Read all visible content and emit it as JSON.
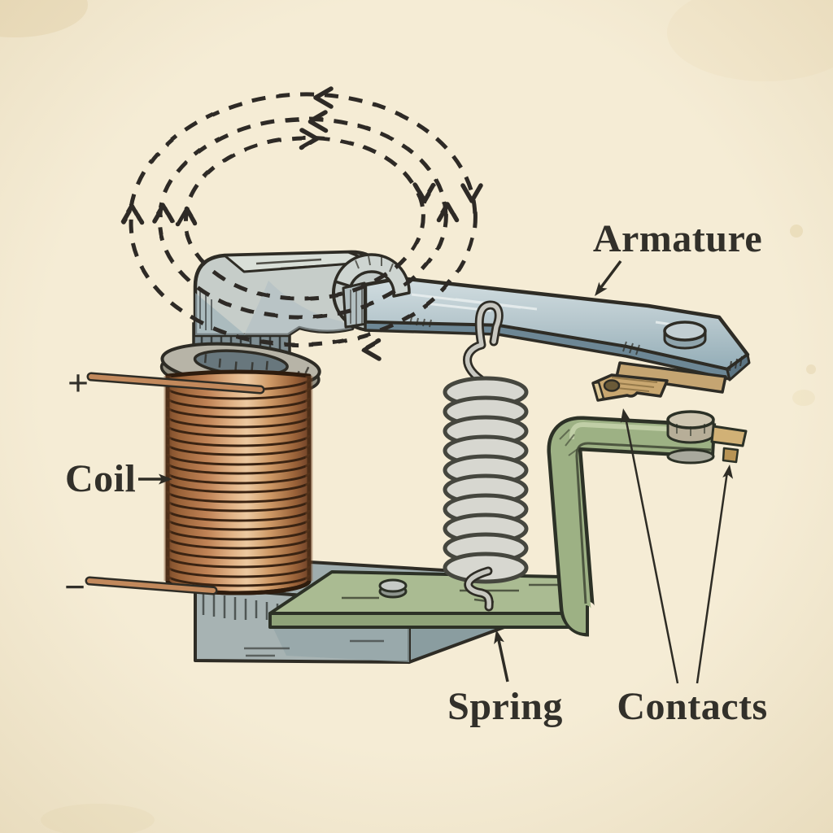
{
  "labels": {
    "armature": "Armature",
    "coil": "Coil",
    "spring": "Spring",
    "contacts": "Contacts",
    "positive": "+",
    "negative": "−"
  },
  "field_lines": {
    "loops": 3,
    "style": "dashed"
  },
  "colors": {
    "paper": "#f5ecd5",
    "ink": "#2e2c25",
    "copper_coil": "#c08356",
    "steel_armature": "#b5c6cc",
    "bracket_green": "#9db184",
    "brass_contact": "#c5a572",
    "spring_gray": "#d7d7d0",
    "base_gray": "#a7b3b3"
  }
}
